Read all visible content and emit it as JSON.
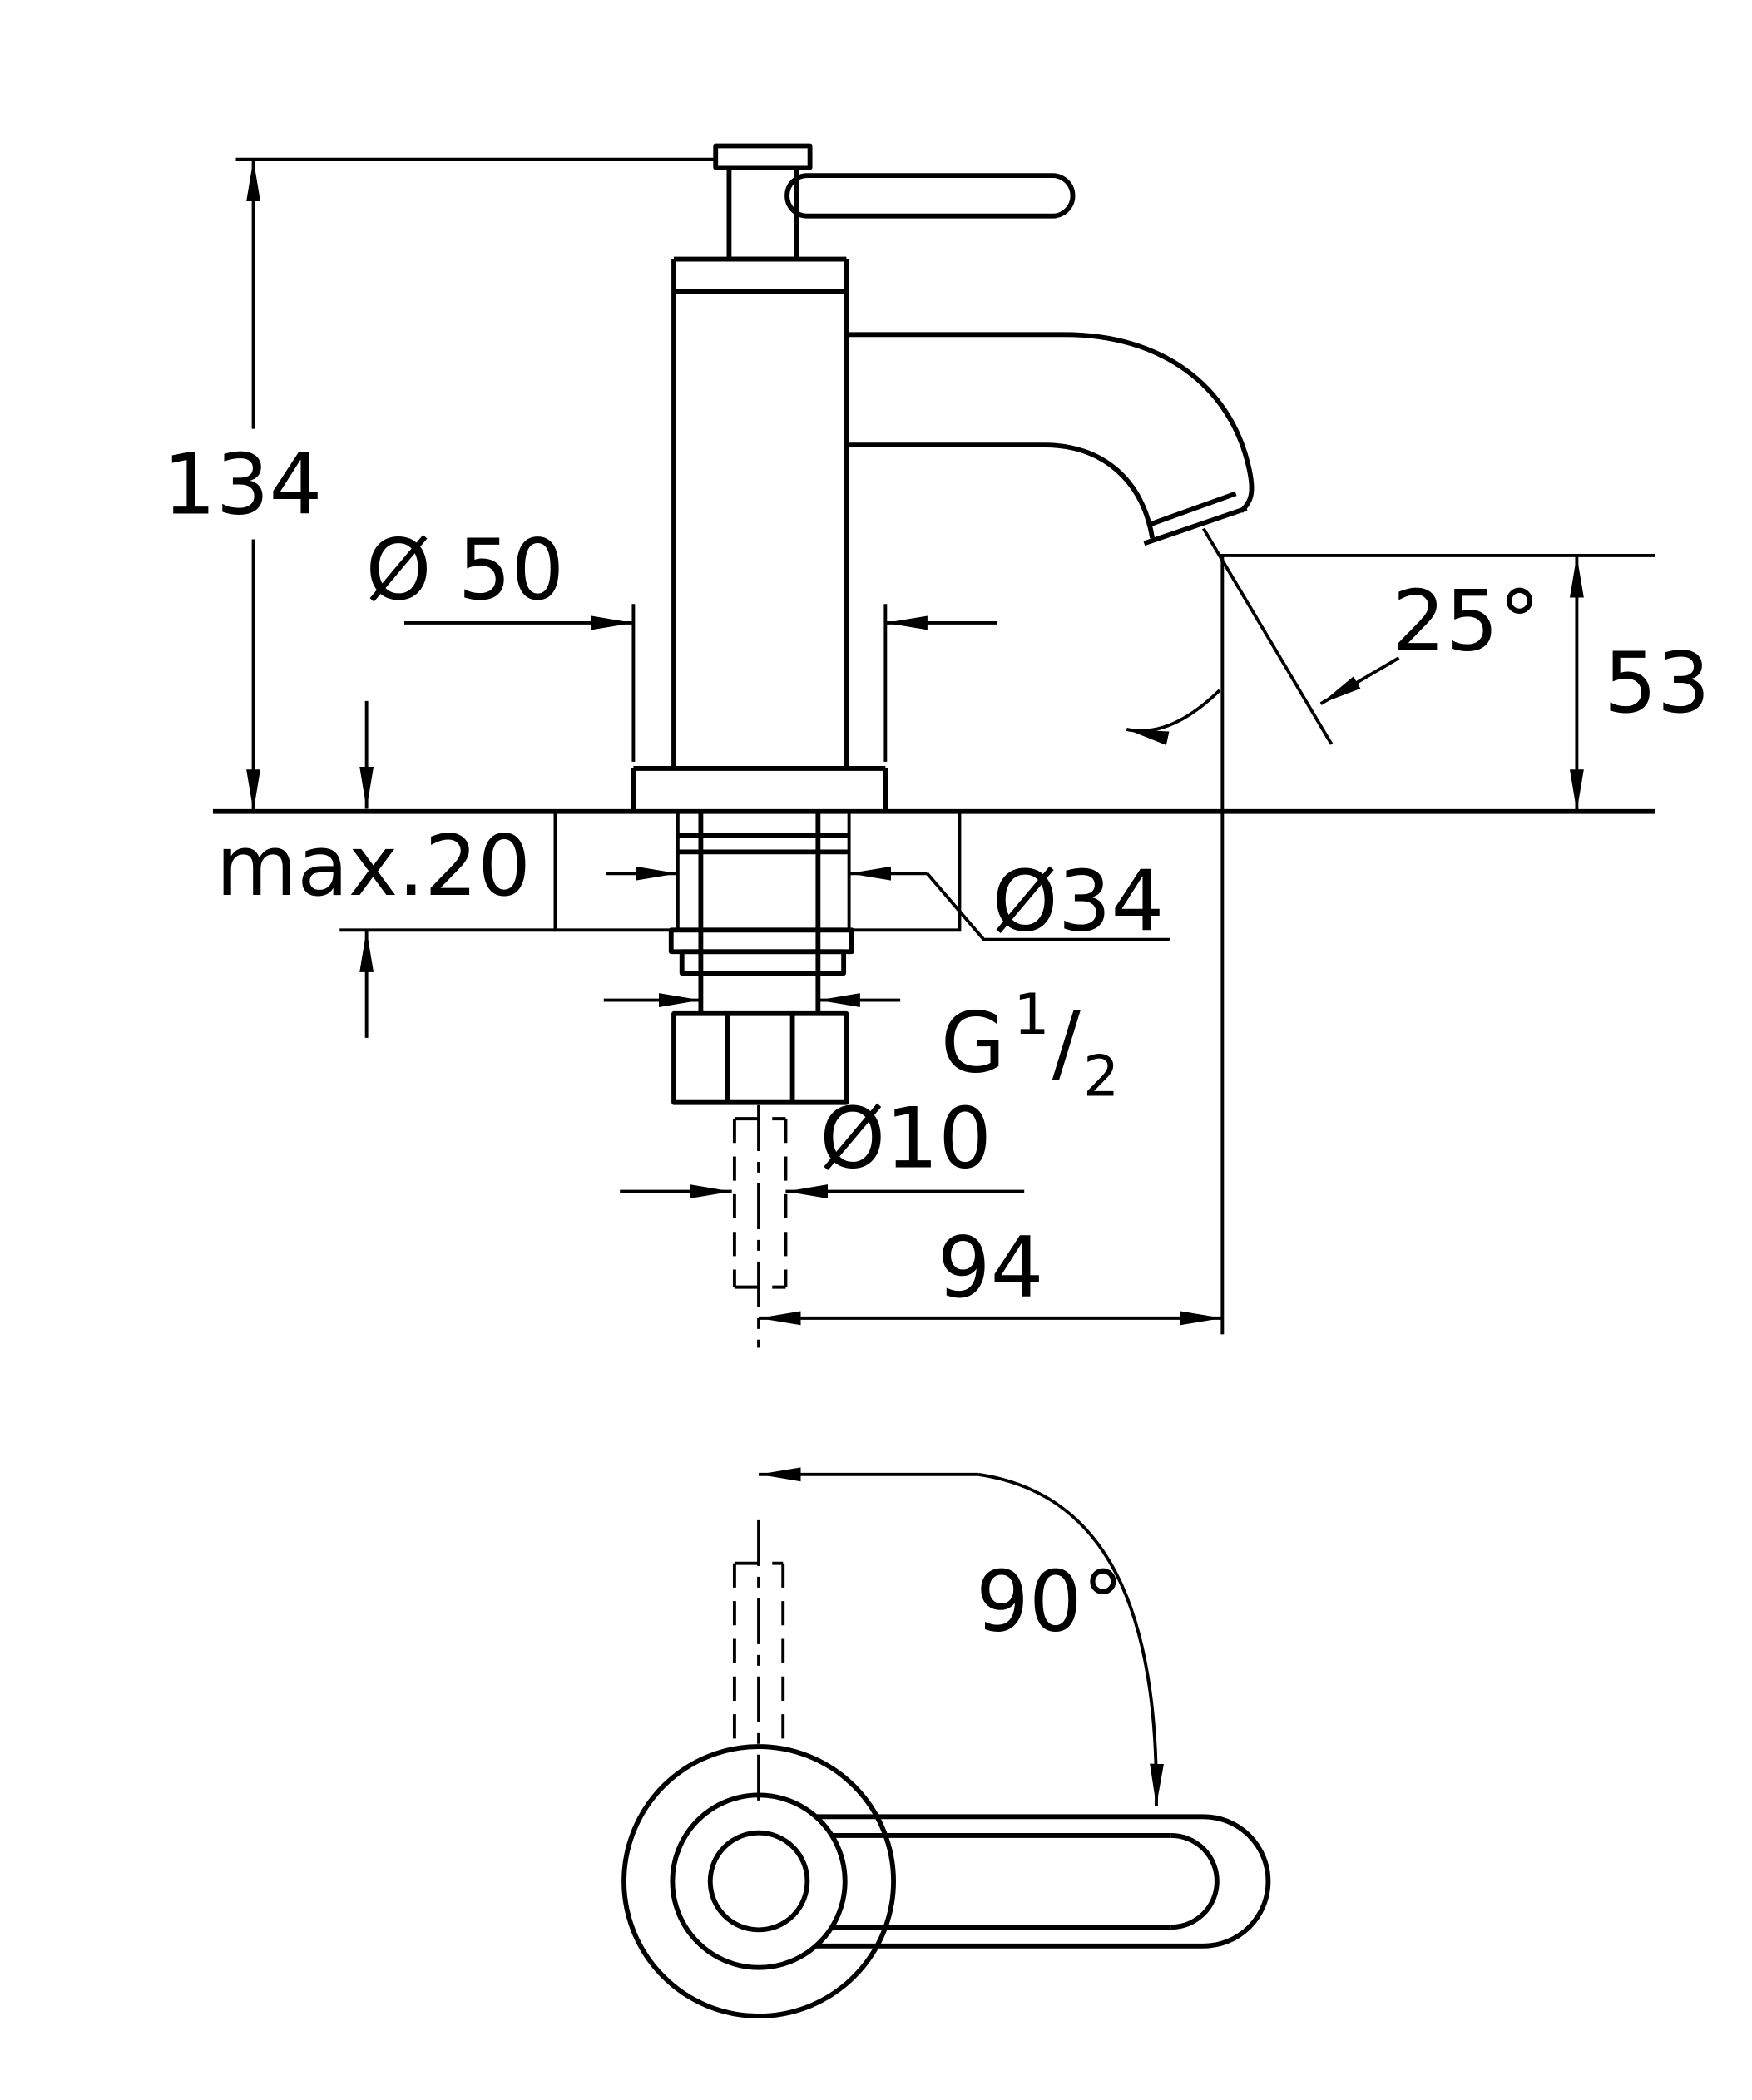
{
  "colors": {
    "line": "#000000",
    "background": "#ffffff"
  },
  "labels": {
    "total_height": "134",
    "base_diameter": "Ø 50",
    "spout_angle": "25°",
    "spout_height": "53",
    "max_mounting_thickness": "max.20",
    "hole_diameter": "Ø34",
    "thread": {
      "g": "G",
      "numerator": "1",
      "slash": "/",
      "denominator": "2"
    },
    "supply_pipe_diameter": "Ø10",
    "spout_reach": "94",
    "handle_swivel_angle": "90°"
  }
}
